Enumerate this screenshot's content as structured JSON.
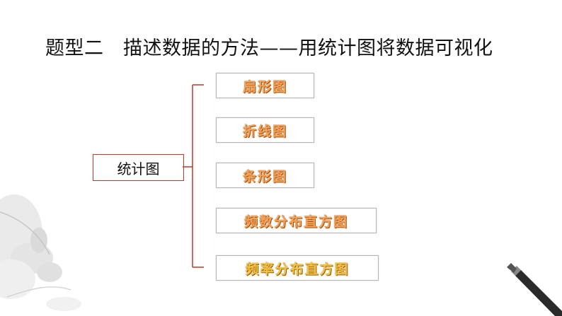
{
  "title": "题型二　描述数据的方法——用统计图将数据可视化",
  "root": {
    "label": "统计图"
  },
  "branches": [
    {
      "label": "扇形图"
    },
    {
      "label": "折线图"
    },
    {
      "label": "条形图"
    },
    {
      "label": "频数分布直方图"
    },
    {
      "label": "频率分布直方图"
    }
  ],
  "colors": {
    "root_border": "#c0392b",
    "connector": "#c0392b",
    "branch_text": "#f0a35e",
    "branch_text_gold": "#f2c24a"
  }
}
